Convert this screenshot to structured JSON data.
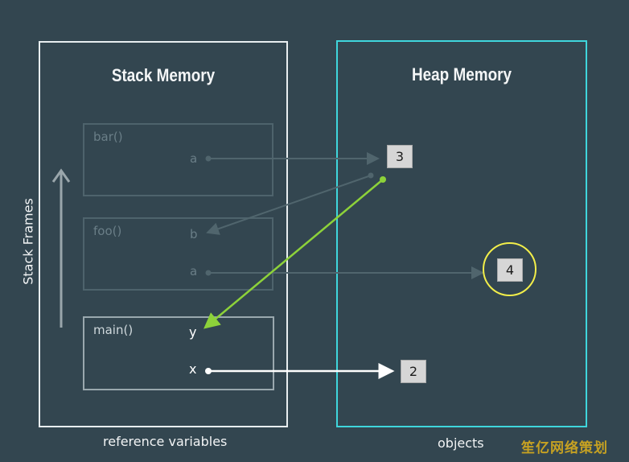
{
  "stack": {
    "title": "Stack Memory",
    "caption": "reference variables",
    "side_label": "Stack Frames"
  },
  "heap": {
    "title": "Heap Memory",
    "caption": "objects"
  },
  "frames": {
    "bar": {
      "label": "bar()",
      "var_a": "a"
    },
    "foo": {
      "label": "foo()",
      "var_b": "b",
      "var_a": "a"
    },
    "main": {
      "label": "main()",
      "var_y": "y",
      "var_x": "x"
    }
  },
  "objects": {
    "obj3": "3",
    "obj4": "4",
    "obj2": "2"
  },
  "watermark": "笙亿网络策划",
  "colors": {
    "background": "#334650",
    "heap_border": "#3fd6dc",
    "green_arrow": "#8dd23a",
    "highlight_circle": "#f2ee4a"
  }
}
